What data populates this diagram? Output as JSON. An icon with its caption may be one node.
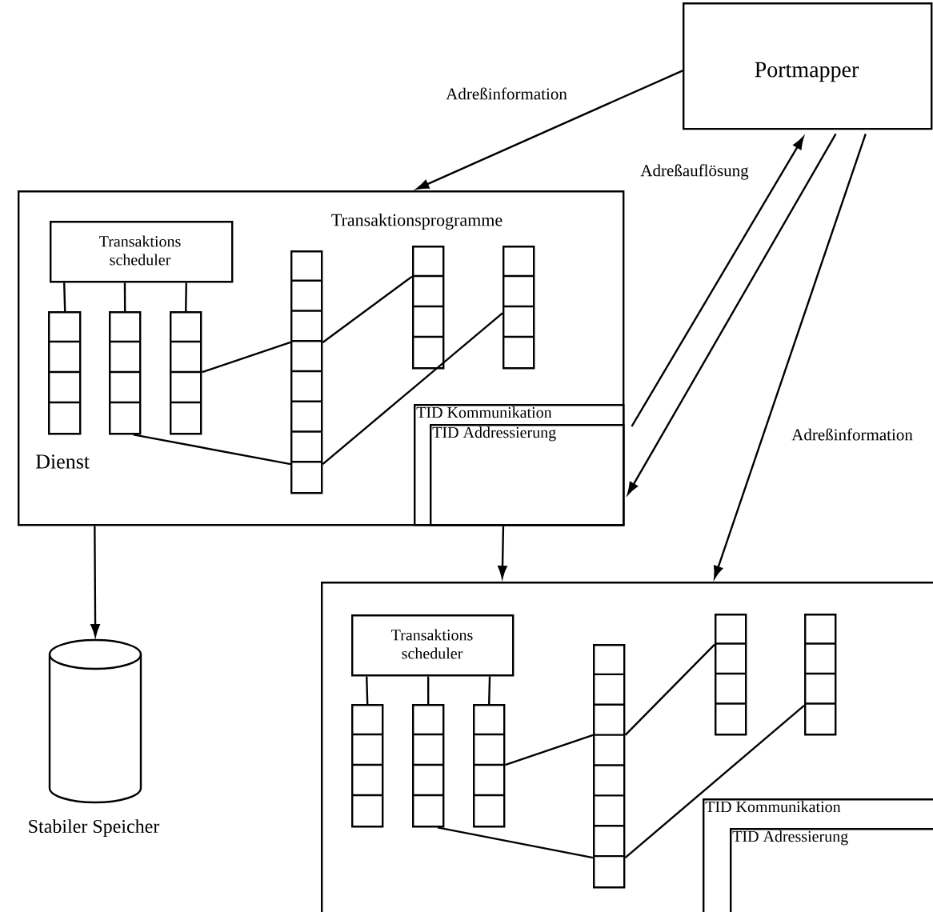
{
  "diagram": {
    "nodes": [
      {
        "text": [
          "Portmapper"
        ]
      },
      {
        "text": [
          "Dienst"
        ]
      },
      {
        "text": [
          "Transaktions scheduler"
        ],
        "in": 1
      },
      {
        "text": [],
        "shape": "bar",
        "in": 1
      },
      {
        "text": [],
        "shape": "bar",
        "in": 1
      },
      {
        "text": [],
        "shape": "bar",
        "in": 1
      },
      {
        "text": [],
        "shape": "bar",
        "in": 1
      },
      {
        "text": [],
        "shape": "bar",
        "in": 1
      },
      {
        "text": [],
        "shape": "bar",
        "in": 1
      },
      {
        "text": [
          "TID Kommunikation"
        ],
        "in": 1
      },
      {
        "text": [
          "TID Addressierung"
        ],
        "in": 9
      },
      {
        "text": [],
        "shape": "cylinder",
        "beside": [
          "Stabiler Speicher"
        ]
      },
      {
        "text": [],
        "shape": "box"
      },
      {
        "text": [
          "Transaktions scheduler"
        ],
        "in": 12
      },
      {
        "text": [],
        "shape": "bar",
        "in": 12
      },
      {
        "text": [],
        "shape": "bar",
        "in": 12
      },
      {
        "text": [],
        "shape": "bar",
        "in": 12
      },
      {
        "text": [],
        "shape": "bar",
        "in": 12
      },
      {
        "text": [],
        "shape": "bar",
        "in": 12
      },
      {
        "text": [],
        "shape": "bar",
        "in": 12
      },
      {
        "text": [
          "TID Kommunikation"
        ],
        "in": 12
      },
      {
        "text": [
          "TID Adressierung"
        ],
        "in": 20
      }
    ],
    "edges": [
      {
        "from": 0,
        "to": 1,
        "arrow": "to",
        "label": "Adreßinformation"
      },
      {
        "from": 10,
        "to": 0,
        "arrow": "to",
        "label": "Adreßauflösung"
      },
      {
        "from": 0,
        "to": 10,
        "arrow": "to"
      },
      {
        "from": 0,
        "to": 12,
        "arrow": "to",
        "label": "Adreßinformation"
      },
      {
        "from": 1,
        "to": 12,
        "arrow": "to"
      },
      {
        "from": 1,
        "to": 11,
        "arrow": "to"
      },
      {
        "from": 2,
        "to": 3,
        "arrow": "none"
      },
      {
        "from": 2,
        "to": 4,
        "arrow": "none"
      },
      {
        "from": 2,
        "to": 5,
        "arrow": "none"
      },
      {
        "from": 5,
        "to": 6,
        "arrow": "none"
      },
      {
        "from": 6,
        "to": 7,
        "arrow": "none"
      },
      {
        "from": 4,
        "to": 6,
        "arrow": "none"
      },
      {
        "from": 6,
        "to": 8,
        "arrow": "none"
      },
      {
        "from": 13,
        "to": 14,
        "arrow": "none"
      },
      {
        "from": 13,
        "to": 15,
        "arrow": "none"
      },
      {
        "from": 13,
        "to": 16,
        "arrow": "none"
      },
      {
        "from": 16,
        "to": 17,
        "arrow": "none"
      },
      {
        "from": 17,
        "to": 18,
        "arrow": "none"
      },
      {
        "from": 15,
        "to": 17,
        "arrow": "none"
      },
      {
        "from": 17,
        "to": 19,
        "arrow": "none"
      }
    ],
    "labels": [
      "Transaktionsprogramme"
    ]
  }
}
